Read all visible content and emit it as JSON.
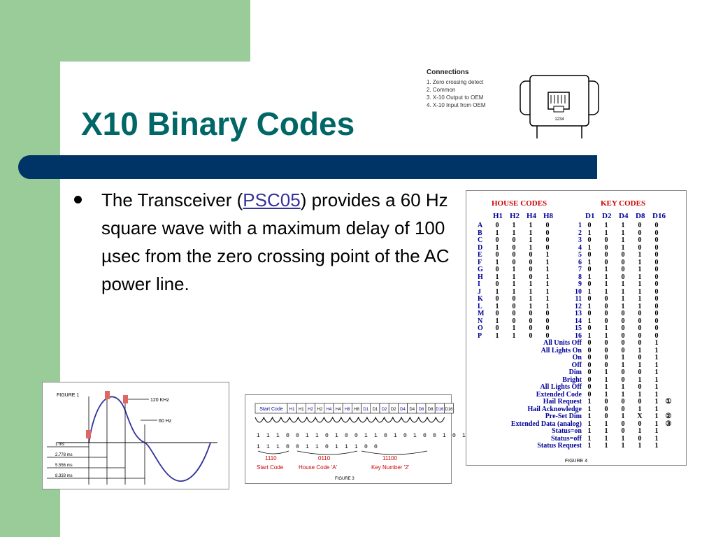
{
  "slide": {
    "title": "X10 Binary Codes",
    "bullet_prefix": "The Transceiver (",
    "bullet_link": "PSC05",
    "bullet_suffix": ") provides a 60 Hz square wave with a maximum delay of 100 µsec from the zero crossing point of the AC power line."
  },
  "connections": {
    "title": "Connections",
    "lines": [
      "1. Zero crossing detect",
      "2. Common",
      "3. X-10 Output to OEM",
      "4. X-10 Input from OEM"
    ],
    "jack_label": "1234"
  },
  "figure1": {
    "caption": "FIGURE 1",
    "labels": {
      "khz": "120 KHz",
      "hz": "60 Hz"
    },
    "timings": [
      "1 ms",
      "2.778 ms",
      "5.556 ms",
      "8.333 ms"
    ]
  },
  "figure3": {
    "caption": "FIGURE 3",
    "header_cells": [
      "Start Code",
      "H1",
      "H1",
      "H2",
      "H2",
      "H4",
      "H4",
      "H8",
      "H8",
      "D1",
      "D1",
      "D2",
      "D2",
      "D4",
      "D4",
      "D8",
      "D8",
      "D16",
      "D16"
    ],
    "row1": "1 1 1 0 0 1 1 0 1 0 0 1 1 0 1 0 1 0 0 1 0 1",
    "row2": "1 1 1 0 0   1   1   0   1   1   1   0   0",
    "group_codes": [
      "1110",
      "0110",
      "11100"
    ],
    "group_labels": [
      "Start Code",
      "House Code 'A'",
      "Key Number '2'"
    ]
  },
  "figure4": {
    "caption": "FIGURE 4",
    "house_header": "HOUSE CODES",
    "key_header": "KEY CODES",
    "house_cols": [
      "H1",
      "H2",
      "H4",
      "H8"
    ],
    "key_cols": [
      "D1",
      "D2",
      "D4",
      "D8",
      "D16"
    ],
    "rows": [
      {
        "l": "A",
        "h": [
          "0",
          "1",
          "1",
          "0"
        ],
        "n": "1",
        "d": [
          "0",
          "1",
          "1",
          "0",
          "0"
        ]
      },
      {
        "l": "B",
        "h": [
          "1",
          "1",
          "1",
          "0"
        ],
        "n": "2",
        "d": [
          "1",
          "1",
          "1",
          "0",
          "0"
        ]
      },
      {
        "l": "C",
        "h": [
          "0",
          "0",
          "1",
          "0"
        ],
        "n": "3",
        "d": [
          "0",
          "0",
          "1",
          "0",
          "0"
        ]
      },
      {
        "l": "D",
        "h": [
          "1",
          "0",
          "1",
          "0"
        ],
        "n": "4",
        "d": [
          "1",
          "0",
          "1",
          "0",
          "0"
        ]
      },
      {
        "l": "E",
        "h": [
          "0",
          "0",
          "0",
          "1"
        ],
        "n": "5",
        "d": [
          "0",
          "0",
          "0",
          "1",
          "0"
        ]
      },
      {
        "l": "F",
        "h": [
          "1",
          "0",
          "0",
          "1"
        ],
        "n": "6",
        "d": [
          "1",
          "0",
          "0",
          "1",
          "0"
        ]
      },
      {
        "l": "G",
        "h": [
          "0",
          "1",
          "0",
          "1"
        ],
        "n": "7",
        "d": [
          "0",
          "1",
          "0",
          "1",
          "0"
        ]
      },
      {
        "l": "H",
        "h": [
          "1",
          "1",
          "0",
          "1"
        ],
        "n": "8",
        "d": [
          "1",
          "1",
          "0",
          "1",
          "0"
        ]
      },
      {
        "l": "I",
        "h": [
          "0",
          "1",
          "1",
          "1"
        ],
        "n": "9",
        "d": [
          "0",
          "1",
          "1",
          "1",
          "0"
        ]
      },
      {
        "l": "J",
        "h": [
          "1",
          "1",
          "1",
          "1"
        ],
        "n": "10",
        "d": [
          "1",
          "1",
          "1",
          "1",
          "0"
        ]
      },
      {
        "l": "K",
        "h": [
          "0",
          "0",
          "1",
          "1"
        ],
        "n": "11",
        "d": [
          "0",
          "0",
          "1",
          "1",
          "0"
        ]
      },
      {
        "l": "L",
        "h": [
          "1",
          "0",
          "1",
          "1"
        ],
        "n": "12",
        "d": [
          "1",
          "0",
          "1",
          "1",
          "0"
        ]
      },
      {
        "l": "M",
        "h": [
          "0",
          "0",
          "0",
          "0"
        ],
        "n": "13",
        "d": [
          "0",
          "0",
          "0",
          "0",
          "0"
        ]
      },
      {
        "l": "N",
        "h": [
          "1",
          "0",
          "0",
          "0"
        ],
        "n": "14",
        "d": [
          "1",
          "0",
          "0",
          "0",
          "0"
        ]
      },
      {
        "l": "O",
        "h": [
          "0",
          "1",
          "0",
          "0"
        ],
        "n": "15",
        "d": [
          "0",
          "1",
          "0",
          "0",
          "0"
        ]
      },
      {
        "l": "P",
        "h": [
          "1",
          "1",
          "0",
          "0"
        ],
        "n": "16",
        "d": [
          "1",
          "1",
          "0",
          "0",
          "0"
        ]
      }
    ],
    "functions": [
      {
        "name": "All Units Off",
        "d": [
          "0",
          "0",
          "0",
          "0",
          "1"
        ],
        "note": ""
      },
      {
        "name": "All Lights On",
        "d": [
          "0",
          "0",
          "0",
          "1",
          "1"
        ],
        "note": ""
      },
      {
        "name": "On",
        "d": [
          "0",
          "0",
          "1",
          "0",
          "1"
        ],
        "note": ""
      },
      {
        "name": "Off",
        "d": [
          "0",
          "0",
          "1",
          "1",
          "1"
        ],
        "note": ""
      },
      {
        "name": "Dim",
        "d": [
          "0",
          "1",
          "0",
          "0",
          "1"
        ],
        "note": ""
      },
      {
        "name": "Bright",
        "d": [
          "0",
          "1",
          "0",
          "1",
          "1"
        ],
        "note": ""
      },
      {
        "name": "All Lights Off",
        "d": [
          "0",
          "1",
          "1",
          "0",
          "1"
        ],
        "note": ""
      },
      {
        "name": "Extended Code",
        "d": [
          "0",
          "1",
          "1",
          "1",
          "1"
        ],
        "note": ""
      },
      {
        "name": "Hail Request",
        "d": [
          "1",
          "0",
          "0",
          "0",
          "1"
        ],
        "note": "①"
      },
      {
        "name": "Hail Acknowledge",
        "d": [
          "1",
          "0",
          "0",
          "1",
          "1"
        ],
        "note": ""
      },
      {
        "name": "Pre-Set Dim",
        "d": [
          "1",
          "0",
          "1",
          "X",
          "1"
        ],
        "note": "②"
      },
      {
        "name": "Extended Data (analog)",
        "d": [
          "1",
          "1",
          "0",
          "0",
          "1"
        ],
        "note": "③"
      },
      {
        "name": "Status=on",
        "d": [
          "1",
          "1",
          "0",
          "1",
          "1"
        ],
        "note": ""
      },
      {
        "name": "Status=off",
        "d": [
          "1",
          "1",
          "1",
          "0",
          "1"
        ],
        "note": ""
      },
      {
        "name": "Status Request",
        "d": [
          "1",
          "1",
          "1",
          "1",
          "1"
        ],
        "note": ""
      }
    ]
  },
  "colors": {
    "accent_green": "#99cc99",
    "title_teal": "#006666",
    "bar_navy": "#003366",
    "link": "#333399"
  }
}
